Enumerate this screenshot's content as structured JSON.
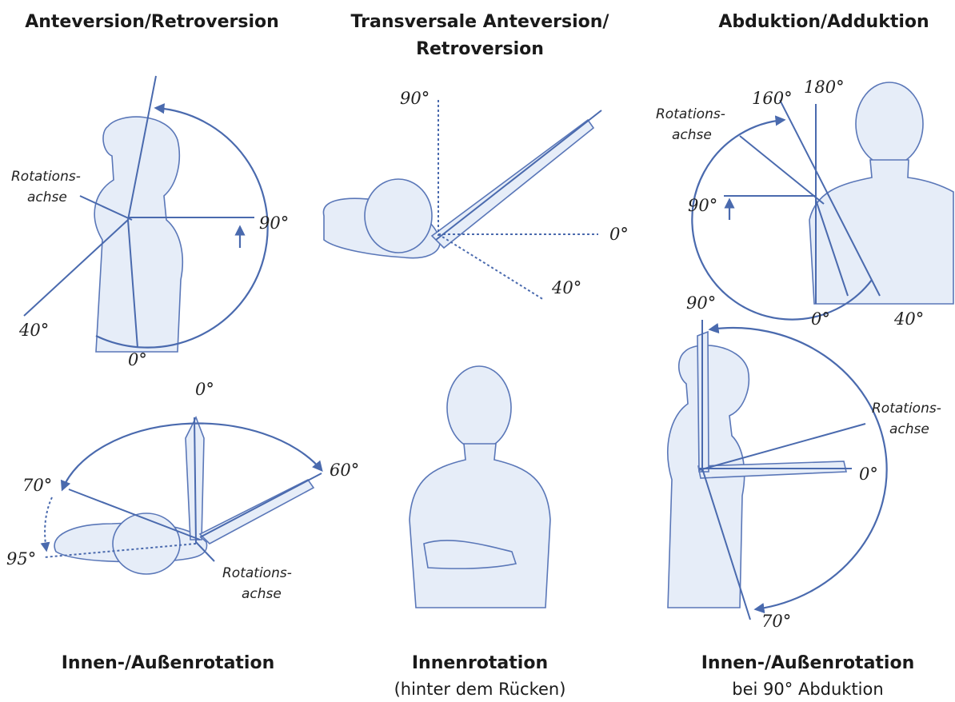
{
  "titles": {
    "ante": "Anteversion/Retroversion",
    "trans_1": "Transversale Anteversion/",
    "trans_2": "Retroversion",
    "abd": "Abduktion/Adduktion",
    "rot": "Innen-/Außenrotation",
    "innen": "Innenrotation",
    "innen_sub": "(hinter dem Rücken)",
    "rot90": "Innen-/Außenrotation",
    "rot90_sub": "bei 90° Abduktion"
  },
  "labels": {
    "ante": {
      "axis_1": "Rotations-",
      "axis_2": "achse",
      "a90": "90°",
      "a40": "40°",
      "a0": "0°"
    },
    "trans": {
      "a90": "90°",
      "a0": "0°",
      "a40": "40°"
    },
    "abd": {
      "axis_1": "Rotations-",
      "axis_2": "achse",
      "a160": "160°",
      "a180": "180°",
      "a90": "90°",
      "a0": "0°",
      "a40": "40°"
    },
    "rot": {
      "a0": "0°",
      "a60": "60°",
      "a70": "70°",
      "a95": "95°",
      "axis_1": "Rotations-",
      "axis_2": "achse"
    },
    "rot90": {
      "a90": "90°",
      "axis_1": "Rotations-",
      "axis_2": "achse",
      "a0": "0°",
      "a70": "70°"
    }
  },
  "colors": {
    "line": "#4a6aae",
    "body_fill": "#e6edf8",
    "body_stroke": "#5a77b8"
  }
}
